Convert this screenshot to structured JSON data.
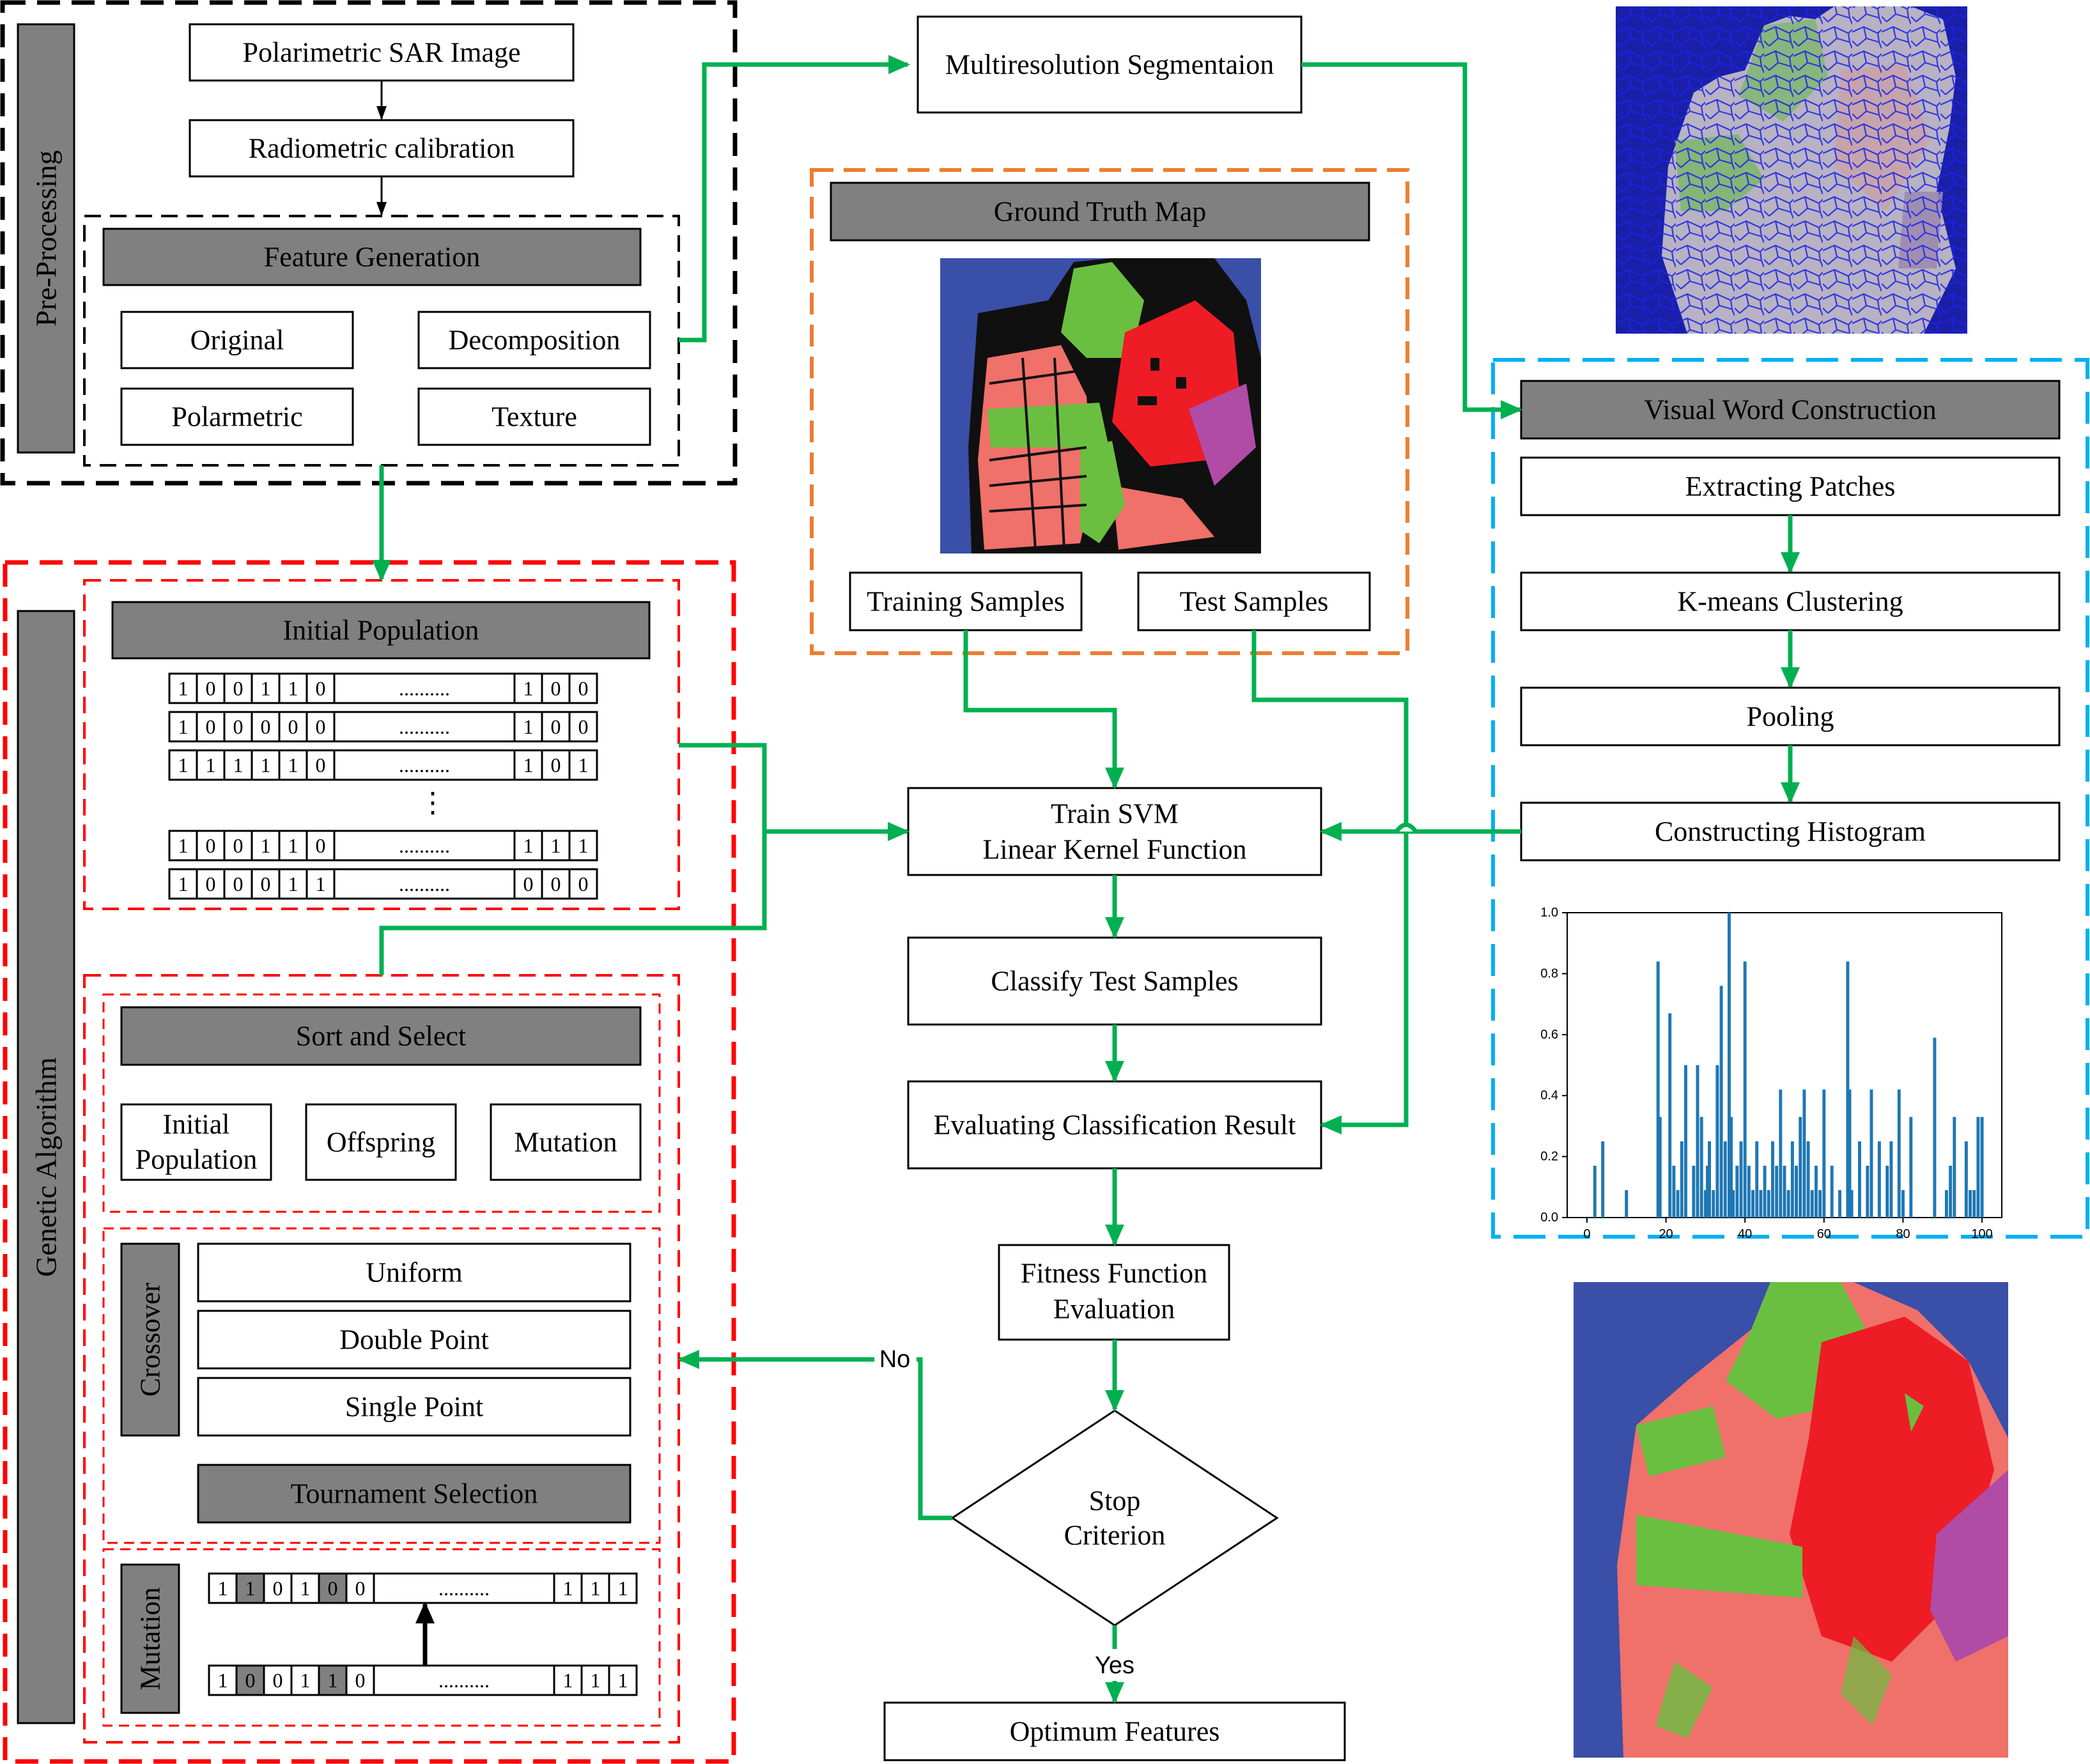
{
  "preprocessing": {
    "side_label": "Pre-Processing",
    "polsar": "Polarimetric SAR Image",
    "radiometric": "Radiometric calibration",
    "feature_generation": "Feature Generation",
    "features": [
      "Original",
      "Decomposition",
      "Polarmetric",
      "Texture"
    ]
  },
  "segmentation": "Multiresolution Segmentaion",
  "ground_truth": {
    "title": "Ground Truth Map",
    "training": "Training Samples",
    "test": "Test Samples"
  },
  "visual_words": {
    "title": "Visual Word Construction",
    "steps": [
      "Extracting Patches",
      "K-means Clustering",
      "Pooling",
      "Constructing Histogram"
    ]
  },
  "histogram": {
    "chart_data": {
      "type": "bar",
      "xlim": [
        -5,
        105
      ],
      "ylim": [
        0,
        1.0
      ],
      "xticks": [
        "0",
        "20",
        "40",
        "60",
        "80",
        "100"
      ],
      "yticks": [
        "0.0",
        "0.2",
        "0.4",
        "0.6",
        "0.8",
        "1.0"
      ],
      "x": [
        2,
        4,
        10,
        18,
        18.5,
        21,
        22,
        23,
        24,
        25,
        27,
        28,
        29,
        30,
        30.5,
        31,
        32,
        33,
        34,
        35,
        36,
        36.5,
        37,
        38,
        39,
        40,
        41,
        42,
        43,
        44,
        45,
        46,
        47,
        48,
        49,
        50,
        51,
        52,
        53,
        54,
        55,
        56,
        57,
        58,
        59,
        60,
        62,
        64,
        66,
        66.5,
        67,
        69,
        71,
        72,
        74,
        76,
        77,
        79,
        80,
        82,
        88,
        91,
        92,
        93,
        96,
        97,
        98,
        99,
        100
      ],
      "values": [
        0.17,
        0.25,
        0.09,
        0.84,
        0.33,
        0.67,
        0.17,
        0.09,
        0.25,
        0.5,
        0.17,
        0.5,
        0.33,
        0.09,
        0.17,
        0.25,
        0.09,
        0.5,
        0.76,
        0.25,
        1.0,
        0.33,
        0.09,
        0.17,
        0.25,
        0.84,
        0.17,
        0.09,
        0.25,
        0.09,
        0.17,
        0.09,
        0.25,
        0.17,
        0.42,
        0.17,
        0.09,
        0.25,
        0.17,
        0.33,
        0.42,
        0.25,
        0.09,
        0.17,
        0.09,
        0.42,
        0.17,
        0.09,
        0.84,
        0.42,
        0.09,
        0.25,
        0.17,
        0.42,
        0.25,
        0.17,
        0.25,
        0.42,
        0.09,
        0.33,
        0.59,
        0.09,
        0.17,
        0.33,
        0.25,
        0.09,
        0.09,
        0.33,
        0.33
      ],
      "color": "#1f77b4"
    }
  },
  "svm": {
    "train_line1": "Train SVM",
    "train_line2": "Linear Kernel Function",
    "classify": "Classify Test Samples",
    "evaluate": "Evaluating Classification Result",
    "fitness_line1": "Fitness Function",
    "fitness_line2": "Evaluation",
    "stop_line1": "Stop",
    "stop_line2": "Criterion",
    "no": "No",
    "yes": "Yes",
    "optimum": "Optimum Features"
  },
  "genetic": {
    "side_label": "Genetic Algorithm",
    "initial_population": "Initial Population",
    "dots": "..........",
    "vdots": "⋮",
    "chromosomes": [
      {
        "head": [
          "1",
          "0",
          "0",
          "1",
          "1",
          "0"
        ],
        "tail": [
          "1",
          "0",
          "0"
        ]
      },
      {
        "head": [
          "1",
          "0",
          "0",
          "0",
          "0",
          "0"
        ],
        "tail": [
          "1",
          "0",
          "0"
        ]
      },
      {
        "head": [
          "1",
          "1",
          "1",
          "1",
          "1",
          "0"
        ],
        "tail": [
          "1",
          "0",
          "1"
        ]
      },
      {
        "head": [
          "1",
          "0",
          "0",
          "1",
          "1",
          "0"
        ],
        "tail": [
          "1",
          "1",
          "1"
        ]
      },
      {
        "head": [
          "1",
          "0",
          "0",
          "0",
          "1",
          "1"
        ],
        "tail": [
          "0",
          "0",
          "0"
        ]
      }
    ],
    "sort_select": "Sort and Select",
    "sort_items": [
      [
        "Initial",
        "Population"
      ],
      [
        "Offspring"
      ],
      [
        "Mutation"
      ]
    ],
    "crossover_label": "Crossover",
    "crossover_items": [
      "Uniform",
      "Double Point",
      "Single Point"
    ],
    "tournament": "Tournament Selection",
    "mutation_label": "Mutation",
    "mutation_before": {
      "head": [
        "1",
        "1",
        "0",
        "1",
        "0",
        "0"
      ],
      "tail": [
        "1",
        "1",
        "1"
      ]
    },
    "mutation_after": {
      "head": [
        "1",
        "0",
        "0",
        "1",
        "1",
        "0"
      ],
      "tail": [
        "1",
        "1",
        "1"
      ]
    }
  },
  "colors": {
    "green_arrow": "#00b050",
    "gray_header": "#808080",
    "red_dash": "#ff0000",
    "orange_dash": "#ed7d31",
    "blue_dash": "#00b0f0",
    "map_blue": "#3a4fa8",
    "map_green": "#6abf40",
    "map_red": "#ee1c25",
    "map_salmon": "#f0706a",
    "map_purple": "#b04ca6"
  }
}
